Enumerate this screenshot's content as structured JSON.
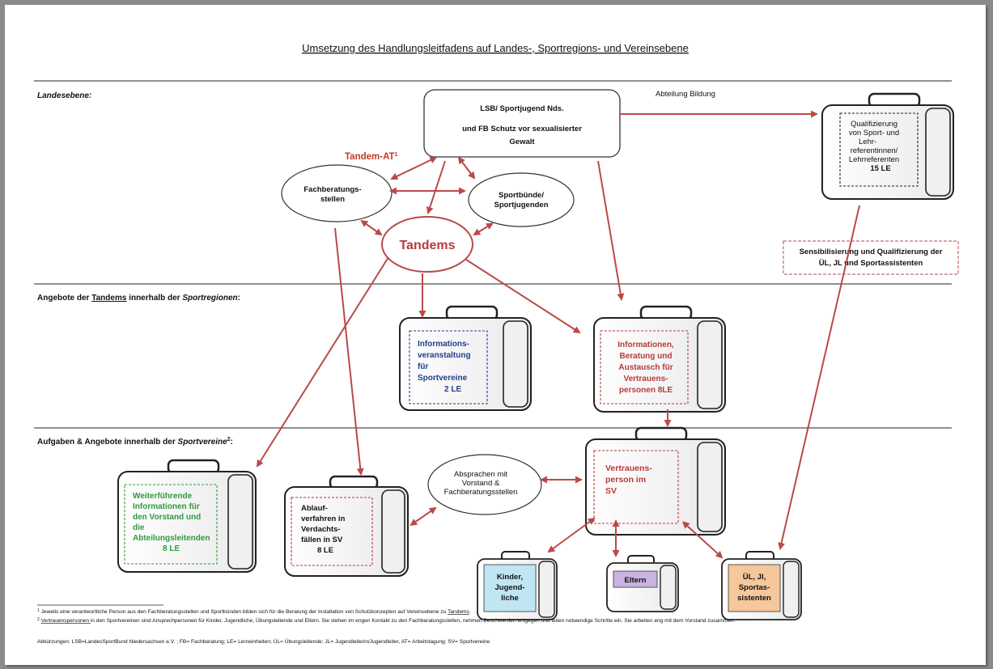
{
  "title": "Umsetzung des Handlungsleitfadens auf Landes-, Sportregions- und Vereinsebene",
  "sections": {
    "landes": "Landesebene",
    "tandems_pre": "Angebote der ",
    "tandems_word": "Tandems",
    "tandems_mid": " innerhalb der ",
    "tandems_ital": "Sportregionen",
    "vereine_pre": "Aufgaben & Angebote innerhalb der ",
    "vereine_ital": "Sportvereine",
    "vereine_sup": "2"
  },
  "lsb": {
    "line1": "LSB/ Sportjugend Nds.",
    "line2": "und FB Schutz vor sexualisierter",
    "line3": "Gewalt"
  },
  "abteilung": "Abteilung Bildung",
  "tandem_at": {
    "label": "Tandem-AT",
    "sup": "1"
  },
  "ovals": {
    "fachberatung": [
      "Fachberatungs-",
      "stellen"
    ],
    "sportbuende": [
      "Sportbünde/",
      "Sportjugenden"
    ],
    "tandems": "Tandems",
    "absprachen": [
      "Absprachen mit",
      "Vorstand &",
      "Fachberatungsstellen"
    ]
  },
  "sensibilisierung": [
    "Sensibilisierung und Qualifizierung der",
    "ÜL, JL und Sportassistenten"
  ],
  "cases": {
    "qualifizierung": [
      "Qualifizierung",
      "von Sport- und",
      "Lehr-",
      "referentinnen/",
      "Lehrreferenten",
      "15 LE"
    ],
    "info_veranstaltung": [
      "Informations-",
      "veranstaltung",
      "für",
      "Sportvereine",
      "2 LE"
    ],
    "info_beratung": [
      "Informationen,",
      "Beratung und",
      "Austausch für",
      "Vertrauens-",
      "personen  8LE"
    ],
    "weiterfuehrend": [
      "Weiterführende",
      "Informationen für",
      "den Vorstand und",
      "die",
      "Abteilungsleitenden",
      "8 LE"
    ],
    "ablauf": [
      "Ablauf-",
      "verfahren in",
      "Verdachts-",
      "fällen in SV",
      "8 LE"
    ],
    "vertrauensperson": [
      "Vertrauens-",
      "person im",
      "SV"
    ],
    "kinder": [
      "Kinder,",
      "Jugend-",
      "liche"
    ],
    "eltern": [
      "Eltern"
    ],
    "uel": [
      "ÜL, Jl,",
      "Sportas-",
      "sistenten"
    ]
  },
  "footnotes": {
    "fn1_pre": "Jeweils eine verantwortliche Person aus den Fachberatungsstellen und Sportbünden bilden sich für die Beratung der Installation von Schutzkonzepten auf Vereinsebene zu ",
    "fn1_link": "Tandems",
    "fn2_link": "Vertrauenspersonen ",
    "fn2_rest": "in den Sportvereinen sind Ansprechpersonen für Kinder, Jugendliche, Übungsleitende und Eltern. Sie stehen im engen Kontakt zu den Fachberatungsstellen, nehmen Beschwerden entgegen und leiten notwendige Schritte ein. Sie  arbeiten eng mit dem Vorstand zusammen.",
    "abk": "Abkürzungen: LSB=LandesSportBund Niedersachsen e.V. ; FB= Fachberatung; LE= Lerneinheiten; ÜL= Übungsleitende; JL= Jugendleiterin/Jugendleiter, AT= Arbeitstagung; SV= Sportvereine"
  },
  "colors": {
    "arrow": "#b94a48",
    "blue_text": "#1f3f8a",
    "red_text": "#b83a3a",
    "green_text": "#2f9a3f",
    "kinder_fill": "#bfe6f2",
    "eltern_fill": "#c9b3e0",
    "uel_fill": "#f6c79a"
  }
}
